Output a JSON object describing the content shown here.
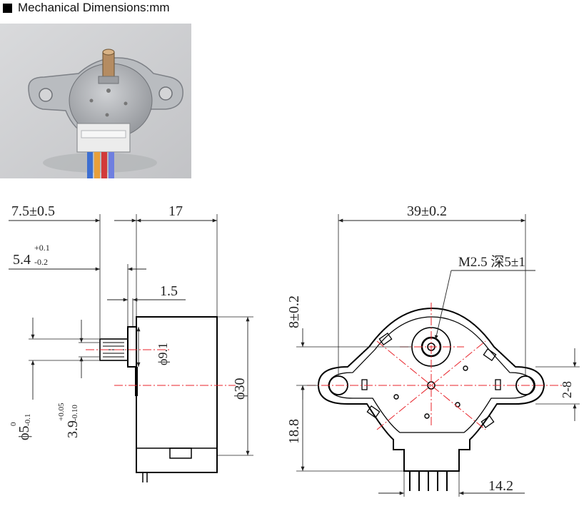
{
  "header": {
    "title": "Mechanical Dimensions:mm"
  },
  "photo": {
    "subject": "stepper-motor-photo"
  },
  "side_view": {
    "dim_shaft_length": "7.5±0.5",
    "dim_body_depth": "17",
    "dim_boss_main": "5.4",
    "dim_boss_tol_upper": "+0.1",
    "dim_boss_tol_lower": "-0.2",
    "dim_flange": "1.5",
    "dim_boss_dia": "ϕ9.1",
    "dim_body_dia": "ϕ30",
    "dim_shaft_dia_main": "ϕ5",
    "dim_shaft_dia_tol_upper": "0",
    "dim_shaft_dia_tol_lower": "-0.1",
    "dim_flat_main": "3.9",
    "dim_flat_tol_upper": "+0.05",
    "dim_flat_tol_lower": "-0.10"
  },
  "front_view": {
    "dim_mount_span": "39±0.2",
    "dim_thread": "M2.5 深5±1",
    "dim_top_offset": "8±0.2",
    "dim_hole_dia": "2-8",
    "dim_bottom_height": "18.8",
    "dim_connector_width": "14.2"
  },
  "colors": {
    "line": "#000000",
    "centerline": "#e8232a",
    "dimension": "#222222"
  }
}
